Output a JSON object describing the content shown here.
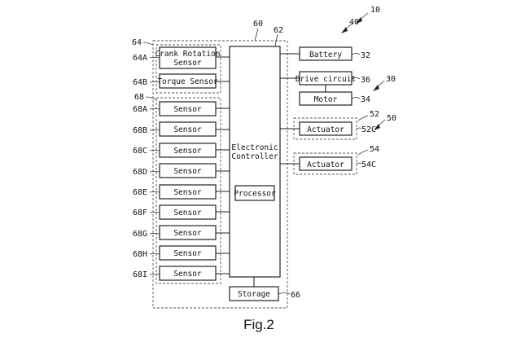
{
  "figure": {
    "caption": "Fig.2"
  },
  "refs": {
    "r10": "10",
    "r40": "40",
    "r30": "30",
    "r50": "50",
    "r60": "60",
    "r62": "62",
    "r64": "64",
    "r68": "68",
    "r32": "32",
    "r36": "36",
    "r34": "34",
    "r52": "52",
    "r52c": "52C",
    "r54": "54",
    "r54c": "54C",
    "r66": "66"
  },
  "blocks": {
    "crank_sensor": {
      "ref": "64A",
      "line1": "Crank Rotation",
      "line2": "Sensor"
    },
    "torque_sensor": {
      "ref": "64B",
      "label": "Torque Sensor"
    },
    "controller": {
      "line1": "Electronic",
      "line2": "Controller"
    },
    "processor": "Processor",
    "storage": "Storage",
    "battery": "Battery",
    "drive_circuit": "Drive circuit",
    "motor": "Motor",
    "actuator_52": "Actuator",
    "actuator_54": "Actuator"
  },
  "sensors": [
    {
      "ref": "68A",
      "label": "Sensor"
    },
    {
      "ref": "68B",
      "label": "Sensor"
    },
    {
      "ref": "68C",
      "label": "Sensor"
    },
    {
      "ref": "68D",
      "label": "Sensor"
    },
    {
      "ref": "68E",
      "label": "Sensor"
    },
    {
      "ref": "68F",
      "label": "Sensor"
    },
    {
      "ref": "68G",
      "label": "Sensor"
    },
    {
      "ref": "68H",
      "label": "Sensor"
    },
    {
      "ref": "68I",
      "label": "Sensor"
    }
  ]
}
